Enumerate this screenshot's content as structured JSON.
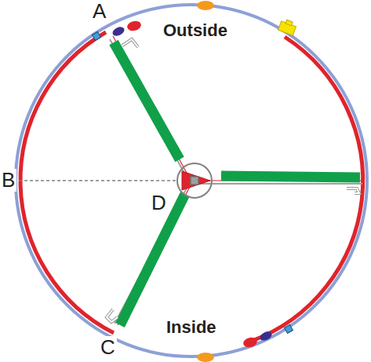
{
  "diagram": {
    "labels": [
      "A",
      "Outside",
      "B",
      "D",
      "C",
      "Inside"
    ]
  }
}
